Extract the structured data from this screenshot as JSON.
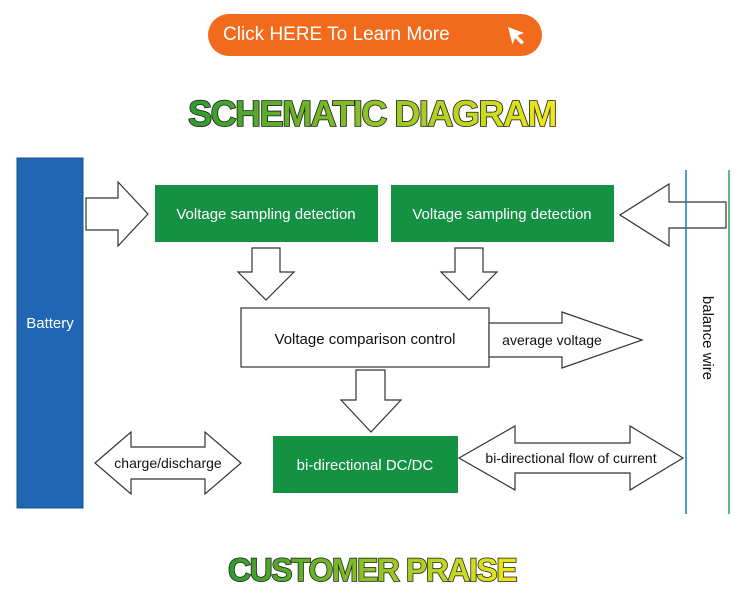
{
  "cta": {
    "label": "Click HERE To Learn More",
    "icon": "cursor-arrow-icon",
    "background": "#f26a1b"
  },
  "schematic_title": "SCHEMATIC DIAGRAM",
  "praise_title": "CUSTOMER PRAISE",
  "title_gradient": [
    "#2f9c2f",
    "#f0e81a"
  ],
  "diagram": {
    "battery_label": "Battery",
    "balance_wire_label": "balance wire",
    "sampling_left_label": "Voltage sampling detection",
    "sampling_right_label": "Voltage sampling detection",
    "comparison_label": "Voltage comparison control",
    "average_voltage_label": "average voltage",
    "dcdc_label": "bi-directional DC/DC",
    "charge_discharge_label": "charge/discharge",
    "current_flow_label": "bi-directional flow of current",
    "colors": {
      "battery": "#1f66b3",
      "green_box": "#149143",
      "line_blue": "#1a7bc4",
      "line_green": "#2fa84a"
    }
  }
}
